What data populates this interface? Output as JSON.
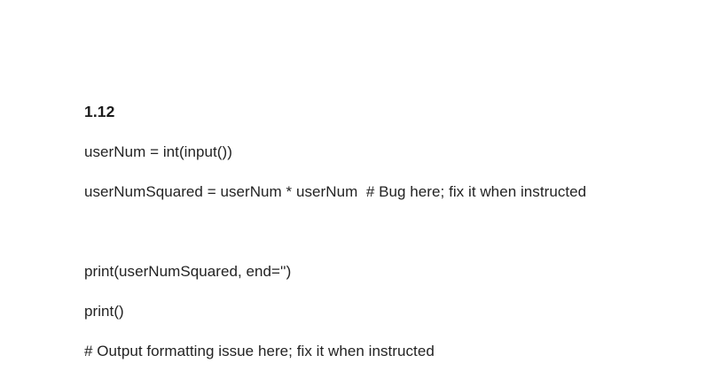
{
  "document": {
    "background_color": "#ffffff",
    "text_color": "#232323",
    "heading_color": "#1b1b1b",
    "heading": "1.12",
    "lines": [
      {
        "text": "userNum = int(input())",
        "blank": false
      },
      {
        "text": "userNumSquared = userNum * userNum  # Bug here; fix it when instructed",
        "blank": false
      },
      {
        "text": " ",
        "blank": true
      },
      {
        "text": "print(userNumSquared, end='')",
        "blank": false
      },
      {
        "text": "print()",
        "blank": false
      },
      {
        "text": "# Output formatting issue here; fix it when instructed",
        "blank": false
      }
    ]
  }
}
